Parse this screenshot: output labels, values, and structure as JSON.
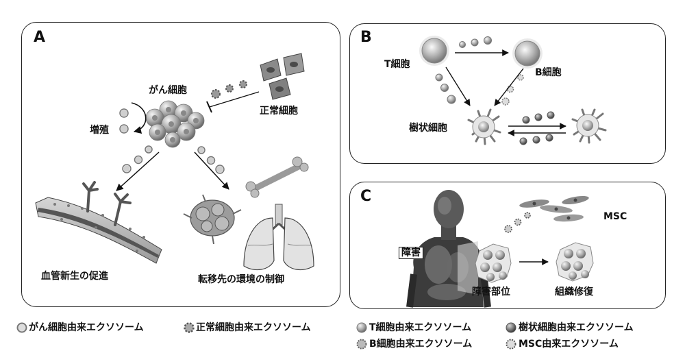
{
  "panel_a": {
    "letter": "A",
    "cancer_cell": "がん細胞",
    "normal_cell": "正常細胞",
    "proliferation": "増殖",
    "angiogenesis": "血管新生の促進",
    "metastasis": "転移先の環境の制御"
  },
  "panel_b": {
    "letter": "B",
    "t_cell": "T細胞",
    "b_cell": "B細胞",
    "dendritic_cell": "樹状細胞"
  },
  "panel_c": {
    "letter": "C",
    "injury": "障害",
    "msc": "MSC",
    "injury_site": "障害部位",
    "tissue_repair": "組織修復"
  },
  "legend": {
    "cancer_exosome": "がん細胞由来エクソソーム",
    "normal_exosome": "正常細胞由来エクソソーム",
    "t_exosome": "T細胞由来エクソソーム",
    "dendritic_exosome": "樹状細胞由来エクソソーム",
    "b_exosome": "B細胞由来エクソソーム",
    "msc_exosome": "MSC由来エクソソーム"
  }
}
